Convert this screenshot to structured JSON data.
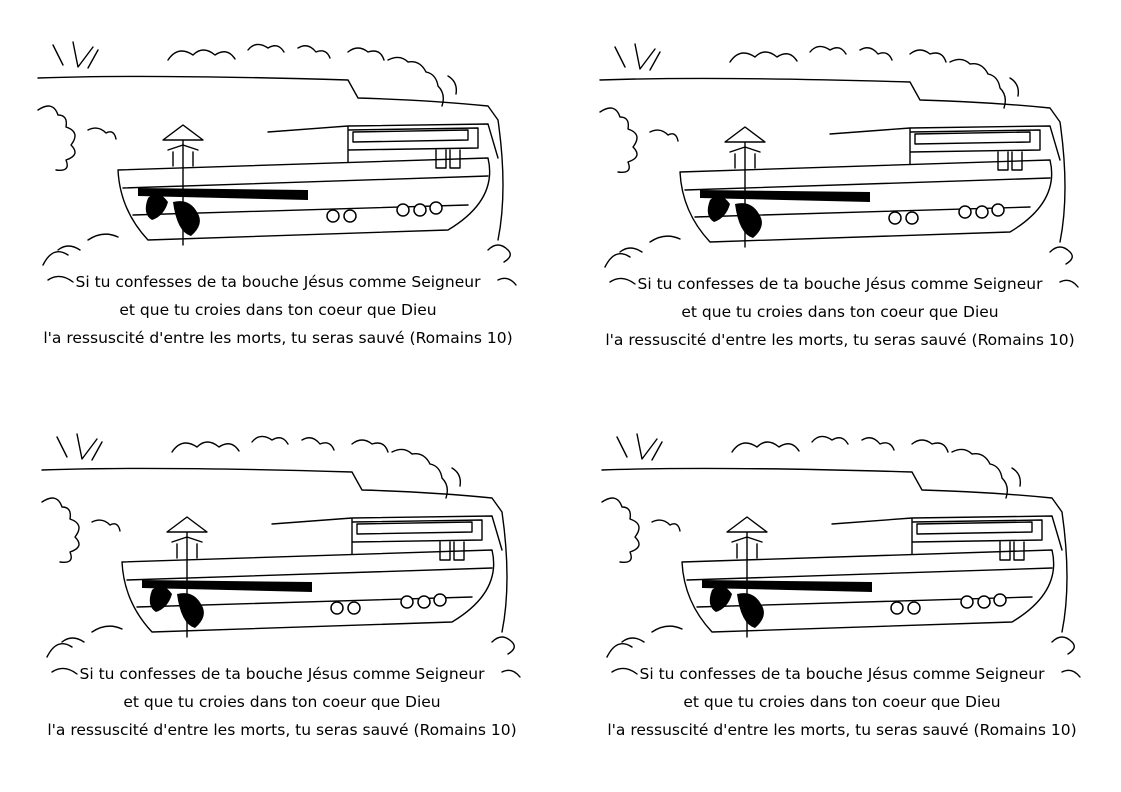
{
  "cards": [
    {
      "line1": "Si tu confesses de ta bouche Jésus comme Seigneur",
      "line2": "et que tu croies dans ton coeur que Dieu",
      "line3": "l'a ressuscité d'entre les morts, tu seras sauvé (Romains 10)"
    },
    {
      "line1": "Si tu confesses de ta bouche Jésus comme Seigneur",
      "line2": "et que tu croies dans ton coeur que Dieu",
      "line3": "l'a ressuscité d'entre les morts, tu seras sauvé (Romains 10)"
    },
    {
      "line1": "Si tu confesses de ta bouche Jésus comme Seigneur",
      "line2": "et que tu croies dans ton coeur que Dieu",
      "line3": "l'a ressuscité d'entre les morts, tu seras sauvé (Romains 10)"
    },
    {
      "line1": "Si tu confesses de ta bouche Jésus comme Seigneur",
      "line2": "et que tu croies dans ton coeur que Dieu",
      "line3": "l'a ressuscité d'entre les morts, tu seras sauvé (Romains 10)"
    }
  ]
}
